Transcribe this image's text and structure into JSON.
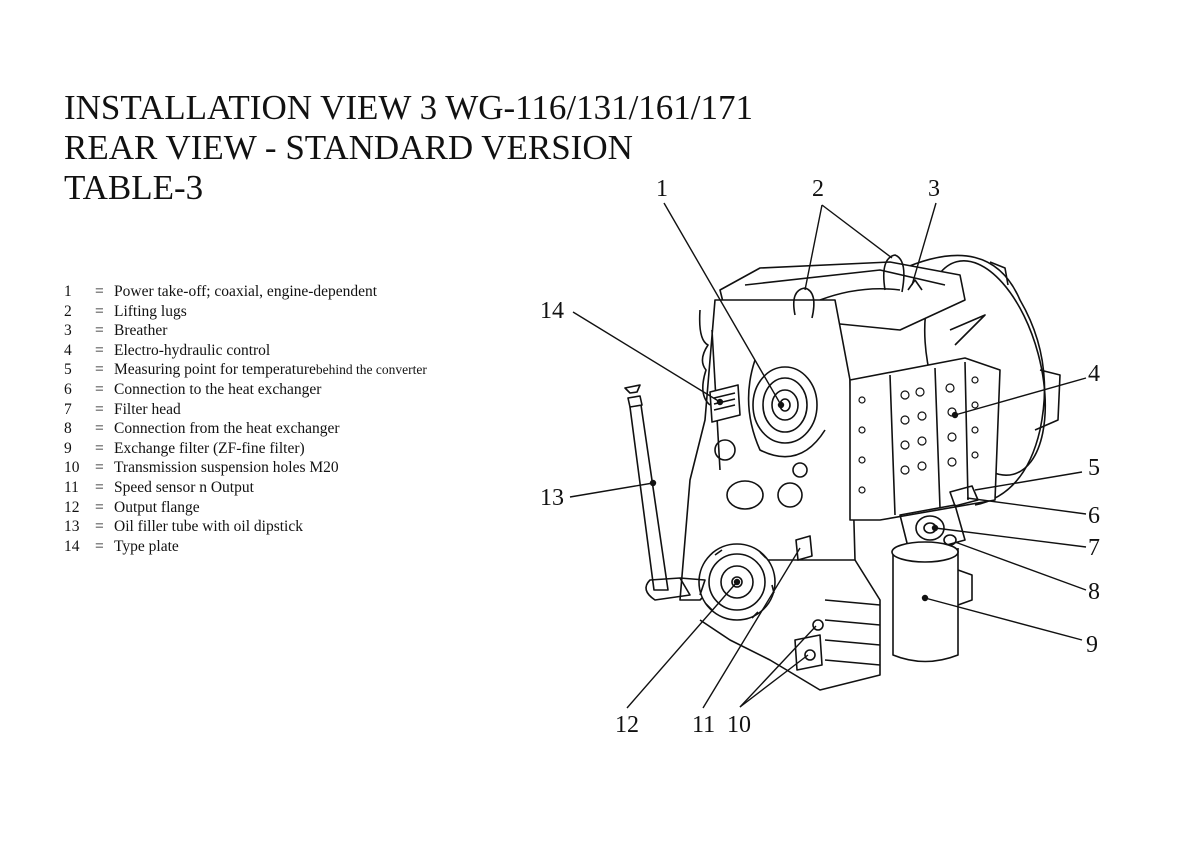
{
  "title": {
    "line1": "INSTALLATION VIEW 3 WG-116/131/161/171",
    "line2": "REAR VIEW - STANDARD VERSION",
    "line3": "TABLE-3"
  },
  "legend": [
    {
      "num": "1",
      "sep": "=",
      "text": "Power take-off; coaxial, engine-dependent"
    },
    {
      "num": "2",
      "sep": "=",
      "text": "Lifting lugs"
    },
    {
      "num": "3",
      "sep": "=",
      "text": "Breather"
    },
    {
      "num": "4",
      "sep": "=",
      "text": "Electro-hydraulic control"
    },
    {
      "num": "5",
      "sep": "=",
      "text": "Measuring point for temperature",
      "text_small": " behind the converter"
    },
    {
      "num": "6",
      "sep": "=",
      "text": "Connection to the heat exchanger"
    },
    {
      "num": "7",
      "sep": "=",
      "text": "Filter head"
    },
    {
      "num": "8",
      "sep": "=",
      "text": "Connection from the heat exchanger"
    },
    {
      "num": "9",
      "sep": "=",
      "text": "Exchange filter (ZF-fine filter)"
    },
    {
      "num": "10",
      "sep": "=",
      "text": "Transmission suspension holes M20"
    },
    {
      "num": "11",
      "sep": "=",
      "text": "Speed sensor n Output"
    },
    {
      "num": "12",
      "sep": "=",
      "text": "Output flange"
    },
    {
      "num": "13",
      "sep": "=",
      "text": "Oil filler tube with oil dipstick"
    },
    {
      "num": "14",
      "sep": "=",
      "text": "Type plate"
    }
  ],
  "callouts": [
    "1",
    "2",
    "3",
    "14",
    "4",
    "5",
    "6",
    "7",
    "8",
    "9",
    "13",
    "12",
    "11",
    "10"
  ]
}
